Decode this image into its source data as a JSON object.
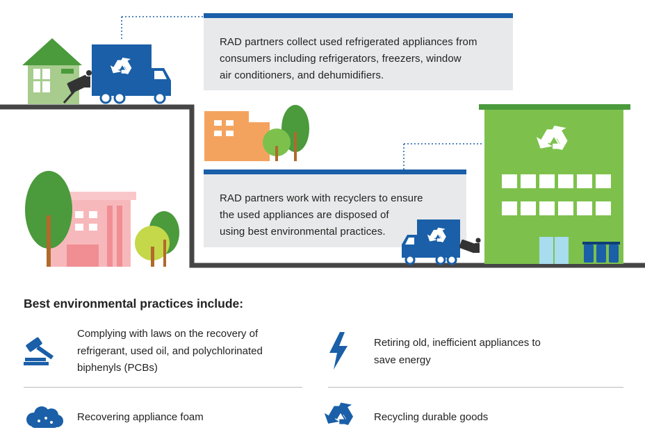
{
  "callouts": {
    "collect": {
      "lines": [
        "RAD partners collect used refrigerated appliances from",
        "consumers including refrigerators, freezers, window",
        "air conditioners, and dehumidifiers."
      ]
    },
    "recycle": {
      "lines": [
        "RAD partners work with recyclers to ensure",
        "the used appliances are disposed of",
        "using best environmental practices."
      ]
    }
  },
  "practices": {
    "title": "Best environmental practices include:",
    "items": [
      {
        "icon": "gavel-icon",
        "lines": [
          "Complying with laws on the recovery of",
          "refrigerant, used oil, and polychlorinated",
          "biphenyls (PCBs)"
        ]
      },
      {
        "icon": "lightning-bolt-icon",
        "lines": [
          "Retiring old, inefficient appliances to",
          "save energy"
        ]
      },
      {
        "icon": "foam-cloud-icon",
        "lines": [
          "Recovering appliance foam"
        ]
      },
      {
        "icon": "recycle-icon",
        "lines": [
          "Recycling durable goods"
        ]
      }
    ]
  },
  "colors": {
    "brand_blue": "#1a5fa8",
    "building_green": "#7dc14c",
    "callout_gray": "#e8e9ea"
  }
}
